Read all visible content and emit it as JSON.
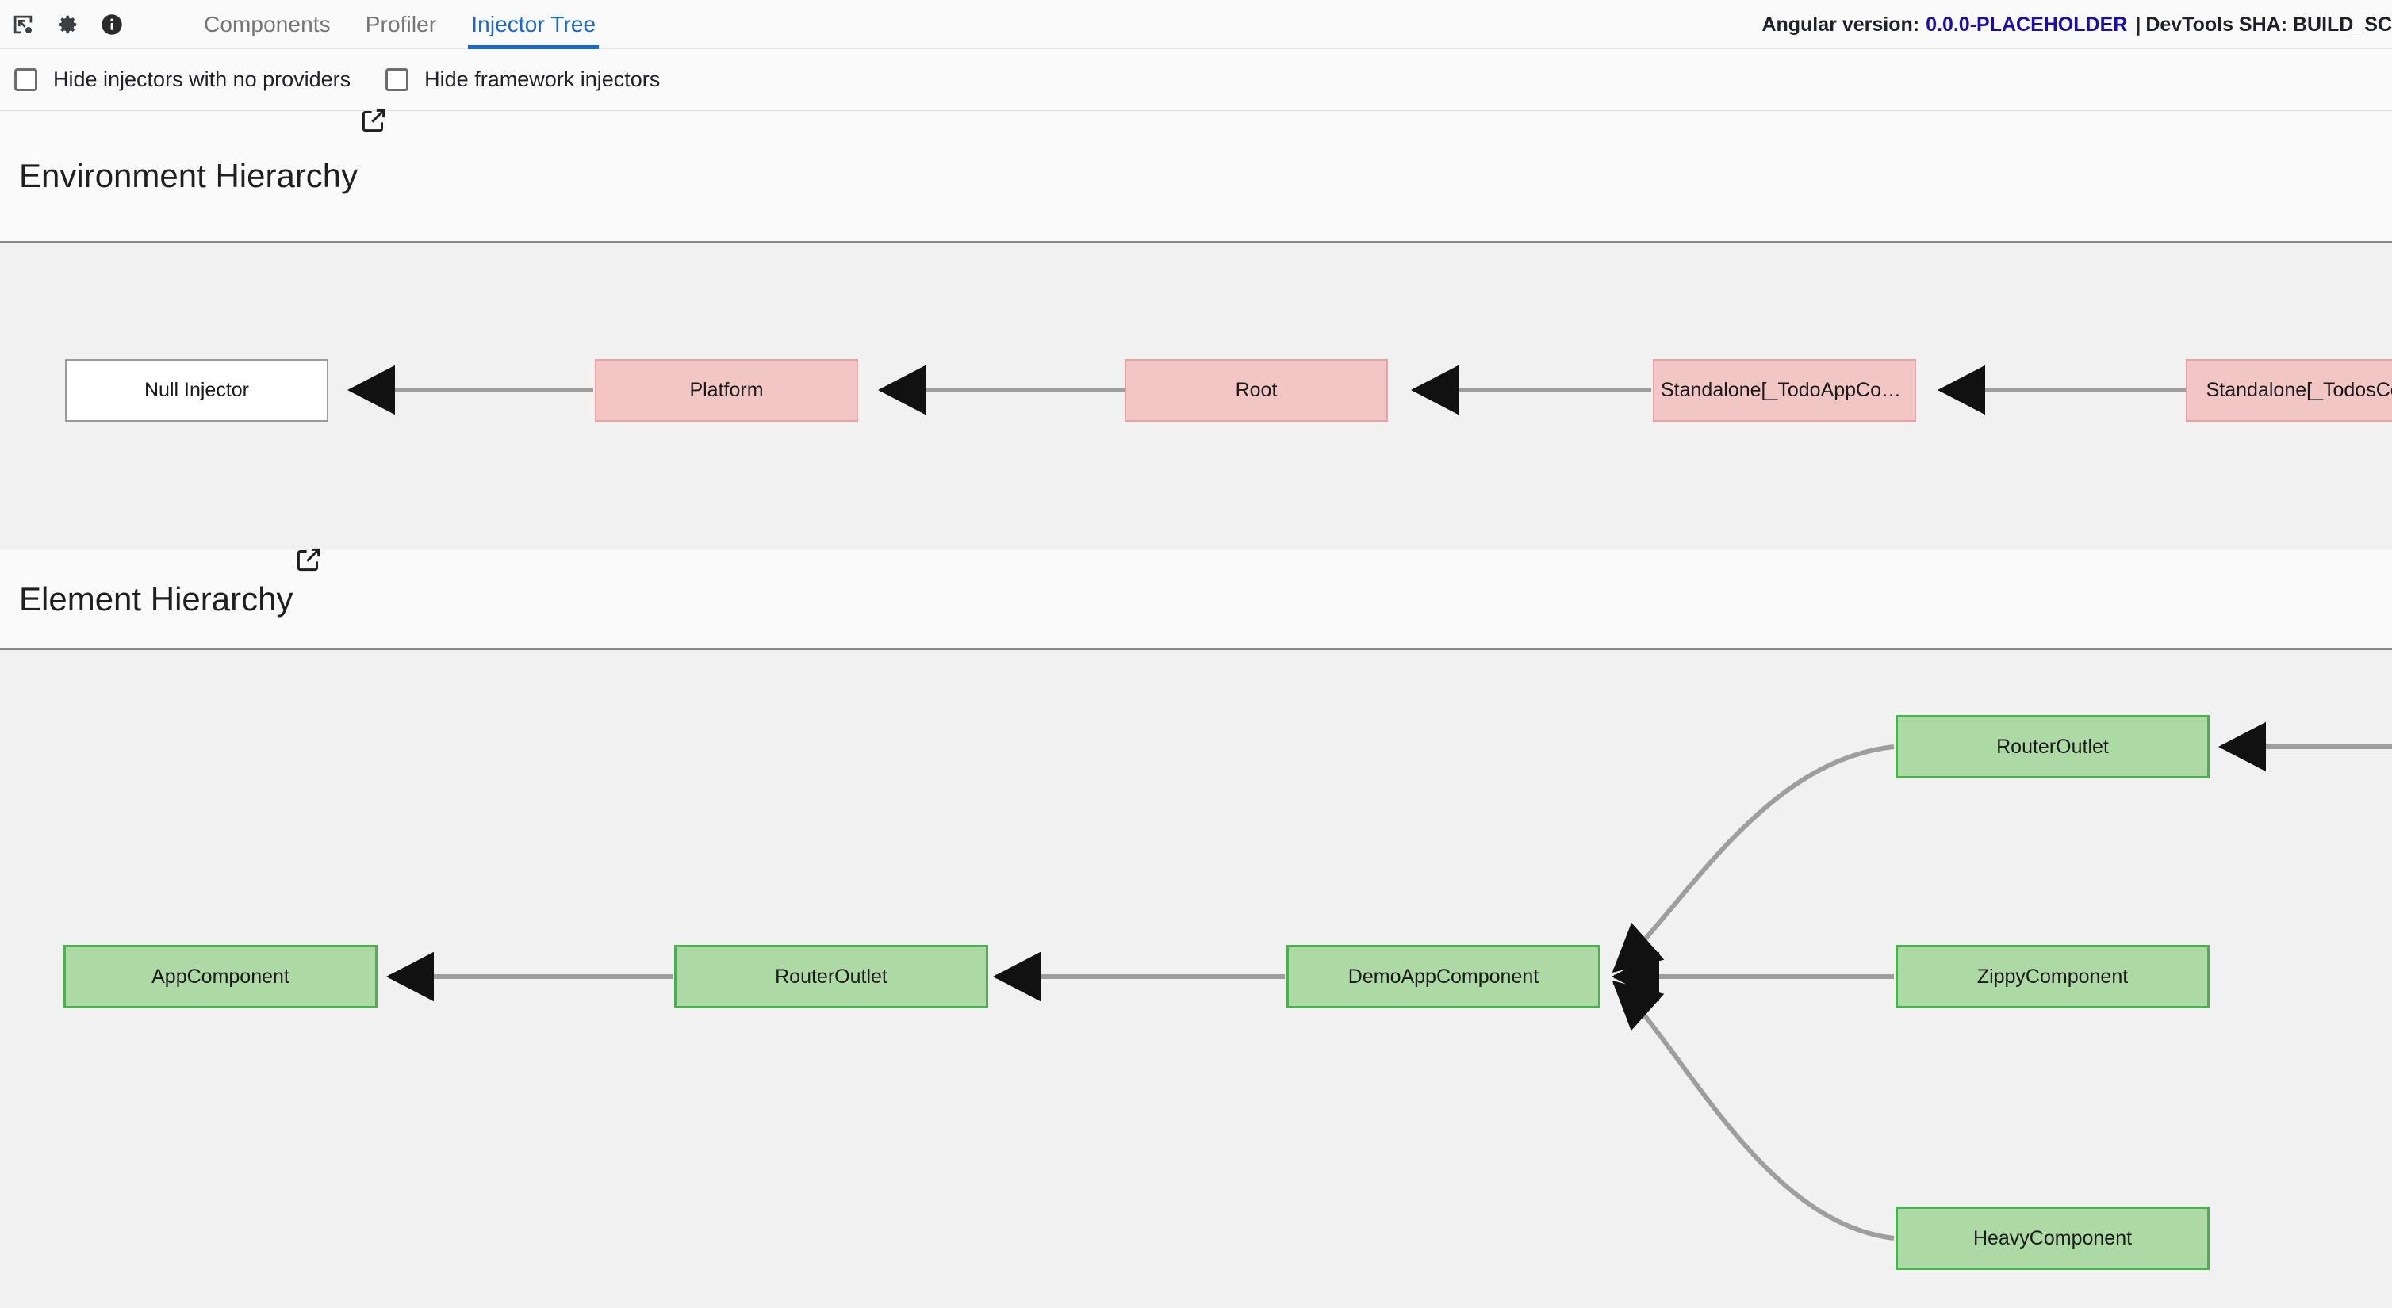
{
  "toolbar": {
    "icons": [
      {
        "name": "inspect-element-icon",
        "label": "Inspect element"
      },
      {
        "name": "gear-icon",
        "label": "Settings"
      },
      {
        "name": "info-icon",
        "label": "Info"
      }
    ],
    "tabs": [
      {
        "label": "Components",
        "active": false
      },
      {
        "label": "Profiler",
        "active": false
      },
      {
        "label": "Injector Tree",
        "active": true
      }
    ],
    "version": {
      "angular_prefix": "Angular version:",
      "angular_version": "0.0.0-PLACEHOLDER",
      "separator": "|",
      "devtools_sha": "DevTools SHA: BUILD_SC"
    },
    "accent_color": "#1967d2",
    "link_color": "#1a0dab"
  },
  "filters": {
    "items": [
      {
        "label": "Hide injectors with no providers",
        "checked": false
      },
      {
        "label": "Hide framework injectors",
        "checked": false
      }
    ]
  },
  "environment_hierarchy": {
    "title": "Environment Hierarchy",
    "open_icon": "external-link-icon",
    "nodes": [
      {
        "label": "Null Injector",
        "kind": "null"
      },
      {
        "label": "Platform",
        "kind": "pink"
      },
      {
        "label": "Root",
        "kind": "pink"
      },
      {
        "label": "Standalone[_TodoAppCom...",
        "kind": "pink"
      },
      {
        "label": "Standalone[_TodosComp",
        "kind": "pink"
      }
    ],
    "edges": [
      {
        "from": "Platform",
        "to": "Null Injector"
      },
      {
        "from": "Root",
        "to": "Platform"
      },
      {
        "from": "Standalone[_TodoAppCom...",
        "to": "Root"
      },
      {
        "from": "Standalone[_TodosComp",
        "to": "Standalone[_TodoAppCom..."
      }
    ],
    "node_fill_null": "#ffffff",
    "node_fill_pink": "#f3c6c6",
    "node_border_pink": "#e9a3a3"
  },
  "element_hierarchy": {
    "title": "Element Hierarchy",
    "open_icon": "external-link-icon",
    "nodes": [
      {
        "label": "AppComponent",
        "kind": "green"
      },
      {
        "label": "RouterOutlet",
        "kind": "green"
      },
      {
        "label": "DemoAppComponent",
        "kind": "green"
      },
      {
        "label": "RouterOutlet",
        "kind": "green"
      },
      {
        "label": "ZippyComponent",
        "kind": "green"
      },
      {
        "label": "HeavyComponent",
        "kind": "green"
      }
    ],
    "edges": [
      {
        "from": "RouterOutlet",
        "to": "AppComponent"
      },
      {
        "from": "DemoAppComponent",
        "to": "RouterOutlet"
      },
      {
        "from": "RouterOutlet",
        "to": "DemoAppComponent"
      },
      {
        "from": "ZippyComponent",
        "to": "DemoAppComponent"
      },
      {
        "from": "HeavyComponent",
        "to": "DemoAppComponent"
      }
    ],
    "node_fill_green": "#addaa4",
    "node_border_green": "#4caf50"
  },
  "colors": {
    "toolbar_bg": "#fafafa",
    "graph_bg": "#f1f1f1",
    "edge": "#9e9e9e",
    "text": "#202124",
    "muted_text": "#757575"
  }
}
